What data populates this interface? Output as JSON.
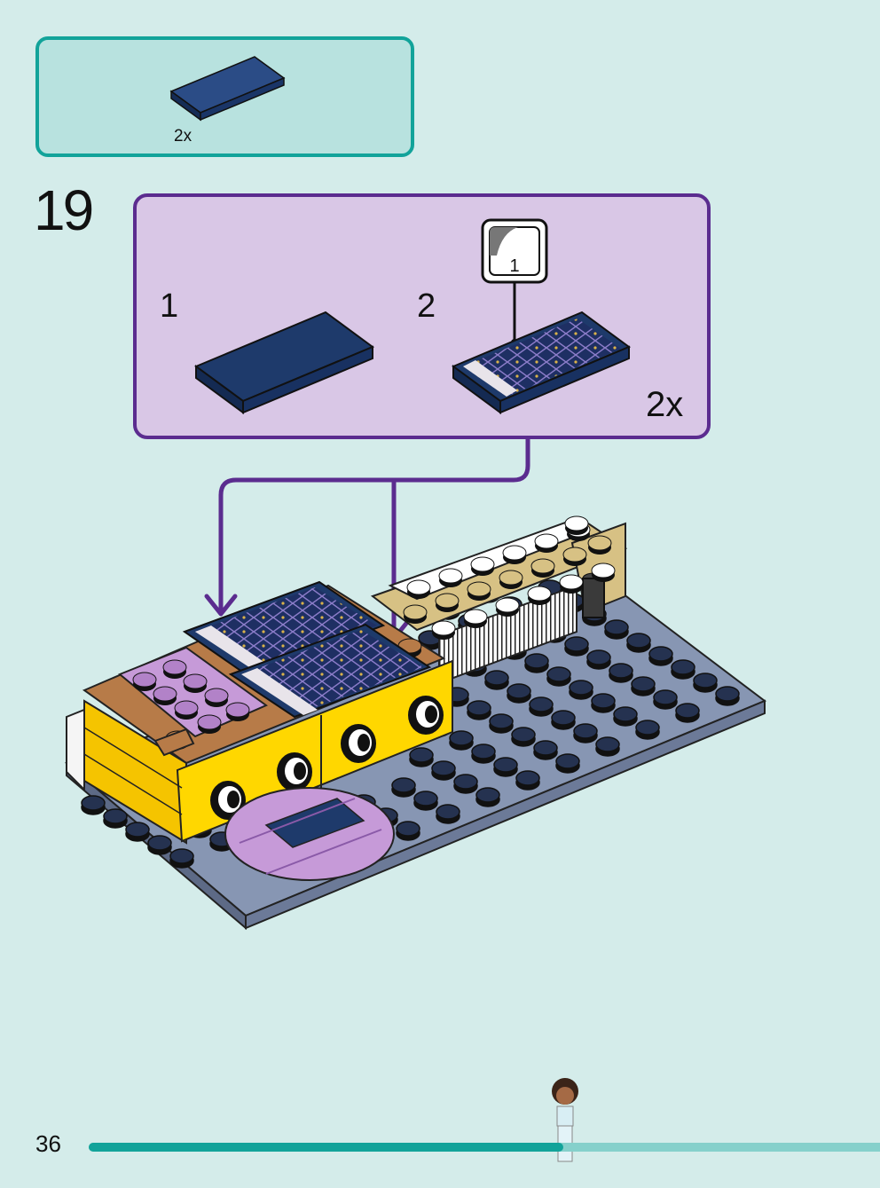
{
  "parts_callout": {
    "count": "2x",
    "part_color": "#1e3a6b"
  },
  "step": {
    "number": "19",
    "sub_steps": [
      {
        "label": "1"
      },
      {
        "label": "2",
        "sticker_number": "1"
      }
    ],
    "multiplier": "2x"
  },
  "footer": {
    "page_number": "36",
    "progress": 0.6
  },
  "colors": {
    "parts_border": "#12a39a",
    "substep_border": "#5b2c8f",
    "arrow": "#5b2c8f",
    "tile_blue": "#1e3a6b",
    "baseplate": "#7c8ca8",
    "yellow": "#ffd700",
    "lavender": "#c69ad8"
  }
}
